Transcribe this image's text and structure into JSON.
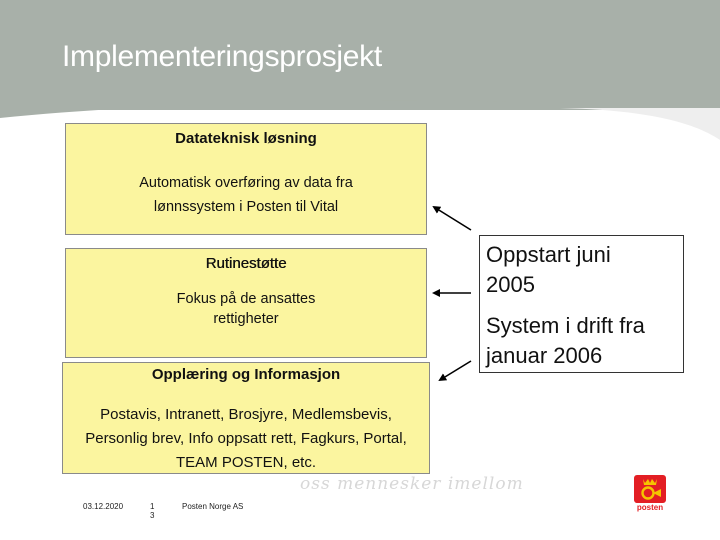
{
  "header": {
    "title": "Implementeringsprosjekt"
  },
  "box_datateknisk": {
    "heading": "Datateknisk løsning",
    "lines": [
      "Automatisk overføring av data fra",
      "lønnssystem i Posten til Vital"
    ]
  },
  "box_rutine": {
    "heading": "Rutinestøtte",
    "lines": [
      "Fokus på de ansattes",
      "rettigheter"
    ]
  },
  "box_opplaering": {
    "heading": "Opplæring og Informasjon",
    "lines": [
      "Postavis, Intranett, Brosjyre, Medlemsbevis,",
      "Personlig brev, Info oppsatt rett, Fagkurs, Portal,",
      "TEAM POSTEN,  etc."
    ]
  },
  "info_box": {
    "line1": "Oppstart juni",
    "line2": "2005",
    "line3": "System i drift  fra",
    "line4": "januar 2006"
  },
  "footer": {
    "date": "03.12.2020",
    "page": "13",
    "company": "Posten Norge AS"
  },
  "tagline": "oss mennesker imellom",
  "logo": {
    "text": "posten",
    "color": "#e31e24",
    "icon": "posthorn-crown-icon"
  },
  "colors": {
    "header_bg": "#a8b0a9",
    "box_fill": "#fbf59f"
  }
}
